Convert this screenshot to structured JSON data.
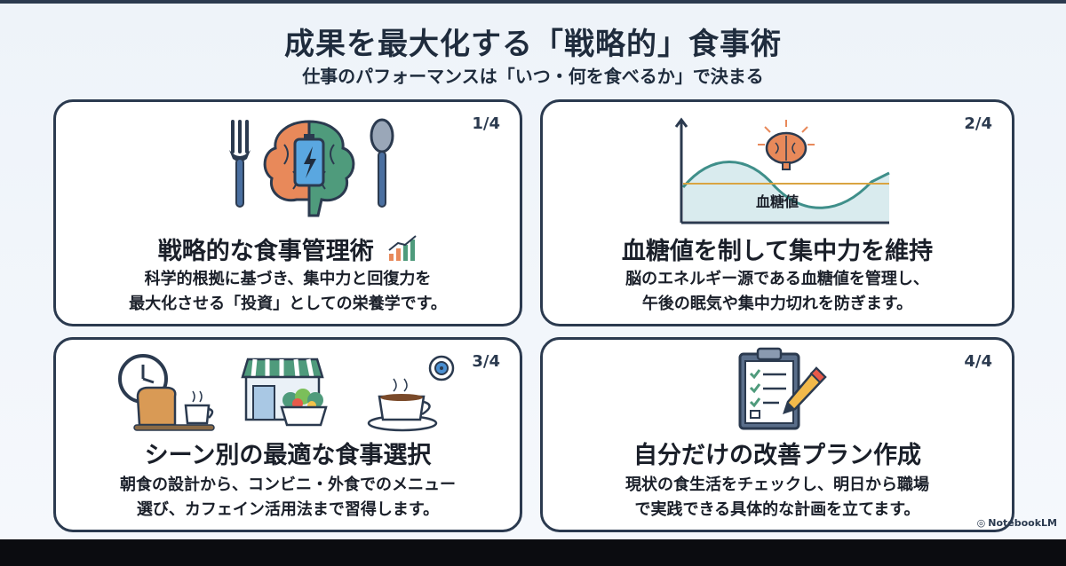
{
  "header": {
    "title": "成果を最大化する「戦略的」食事術",
    "subtitle": "仕事のパフォーマンスは「いつ・何を食べるか」で決まる"
  },
  "cards": [
    {
      "number": "1/4",
      "title": "戦略的な食事管理術",
      "desc": [
        "科学的根拠に基づき、集中力と回復力を",
        "最大化させる「投資」としての栄養学です。"
      ],
      "icons": [
        "fork-icon",
        "brain-battery-icon",
        "spoon-icon",
        "growth-chart-icon"
      ]
    },
    {
      "number": "2/4",
      "title": "血糖値を制して集中力を維持",
      "desc": [
        "脳のエネルギー源である血糖値を管理し、",
        "午後の眠気や集中力切れを防ぎます。"
      ],
      "graph_label": "血糖値",
      "icons": [
        "brain-icon",
        "blood-sugar-graph-icon"
      ]
    },
    {
      "number": "3/4",
      "title": "シーン別の最適な食事選択",
      "desc": [
        "朝食の設計から、コンビニ・外食でのメニュー",
        "選び、カフェイン活用法まで習得します。"
      ],
      "icons": [
        "clock-icon",
        "toast-icon",
        "coffee-cup-icon",
        "store-icon",
        "salad-bowl-icon",
        "target-icon"
      ]
    },
    {
      "number": "4/4",
      "title": "自分だけの改善プラン作成",
      "desc": [
        "現状の食生活をチェックし、明日から職場",
        "で実践できる具体的な計画を立てます。"
      ],
      "icons": [
        "clipboard-checklist-icon",
        "pencil-icon"
      ]
    }
  ],
  "badge": {
    "label": "NotebookLM"
  },
  "colors": {
    "dark": "#2b3a4f",
    "orange": "#e8895a",
    "green": "#4f9b7c",
    "teal": "#3f8f8a",
    "blue": "#4a8fd1"
  }
}
